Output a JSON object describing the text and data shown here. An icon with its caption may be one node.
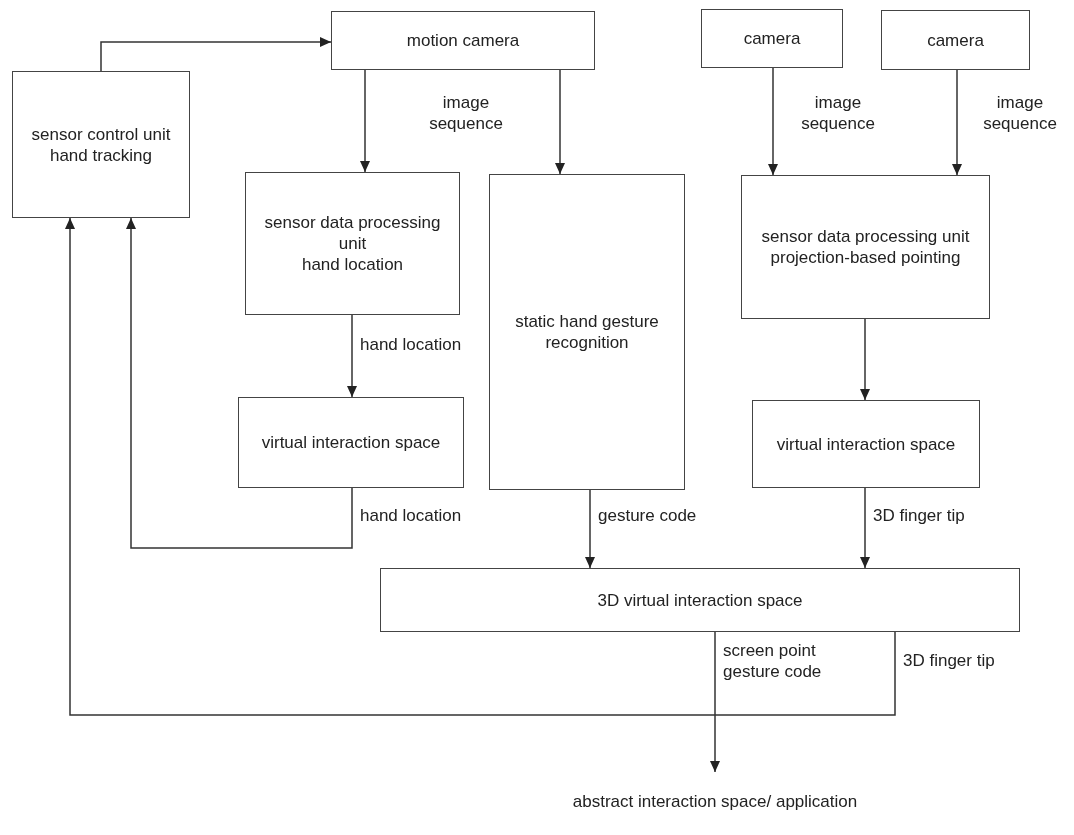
{
  "diagram": {
    "nodes": [
      {
        "text": [
          "sensor control unit",
          "hand tracking"
        ]
      },
      {
        "text": [
          "motion camera"
        ]
      },
      {
        "text": [
          "sensor data processing unit",
          "hand location"
        ]
      },
      {
        "text": [
          "virtual interaction space"
        ]
      },
      {
        "text": [
          "static hand gesture recognition"
        ]
      },
      {
        "text": [
          "camera"
        ]
      },
      {
        "text": [
          "camera"
        ]
      },
      {
        "text": [
          "sensor data processing unit",
          "projection-based pointing"
        ]
      },
      {
        "text": [
          "virtual interaction space"
        ]
      },
      {
        "text": [
          "3D virtual interaction space"
        ]
      },
      {
        "text": [
          "abstract interaction space/ application"
        ]
      }
    ],
    "edges": [
      {
        "from": 0,
        "to": 1,
        "arrow": "to"
      },
      {
        "from": 1,
        "to": 2,
        "arrow": "to",
        "label": "image sequence"
      },
      {
        "from": 1,
        "to": 4,
        "arrow": "to"
      },
      {
        "from": 5,
        "to": 7,
        "arrow": "to",
        "label": "image sequence"
      },
      {
        "from": 6,
        "to": 7,
        "arrow": "to",
        "label": "image sequence"
      },
      {
        "from": 2,
        "to": 3,
        "arrow": "to",
        "label": "hand location"
      },
      {
        "from": 3,
        "to": 0,
        "arrow": "to",
        "label": "hand location"
      },
      {
        "from": 4,
        "to": 9,
        "arrow": "to",
        "label": "gesture code"
      },
      {
        "from": 7,
        "to": 8,
        "arrow": "to"
      },
      {
        "from": 8,
        "to": 9,
        "arrow": "to",
        "label": "3D finger tip"
      },
      {
        "from": 9,
        "to": 10,
        "arrow": "to",
        "label": "screen point gesture code"
      },
      {
        "from": 9,
        "to": 0,
        "arrow": "to",
        "label": "3D finger tip"
      }
    ]
  }
}
